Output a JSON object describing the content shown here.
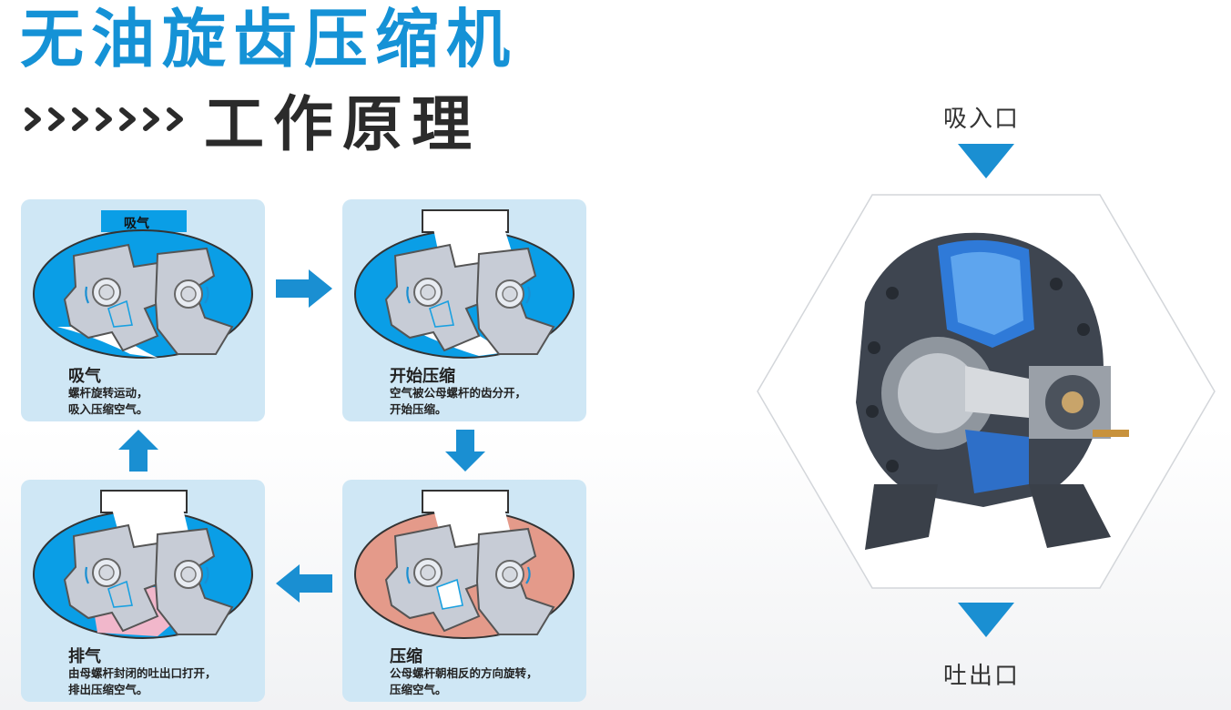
{
  "header": {
    "title": "无油旋齿压缩机",
    "subtitle": "工作原理"
  },
  "panels": {
    "suction": {
      "inlet_label": "吸气",
      "title": "吸气",
      "desc_line1": "螺杆旋转运动，",
      "desc_line2": "吸入压缩空气。"
    },
    "start": {
      "title": "开始压缩",
      "desc_line1": "空气被公母螺杆的齿分开，",
      "desc_line2": "开始压缩。"
    },
    "compress": {
      "title": "压缩",
      "desc_line1": "公母螺杆朝相反的方向旋转，",
      "desc_line2": "压缩空气。"
    },
    "exhaust": {
      "title": "排气",
      "desc_line1": "由母螺杆封闭的吐出口打开，",
      "desc_line2": "排出压缩空气。"
    }
  },
  "machine": {
    "inlet_label": "吸入口",
    "outlet_label": "吐出口"
  },
  "colors": {
    "brand_blue": "#1592d6",
    "chamber_blue": "#0a9ee6",
    "panel_bg": "#cfe7f5",
    "rotor_gray": "#c7ccd6",
    "compress_red": "#e49a8a",
    "exhaust_pink": "#f1b7cb",
    "arrow_blue": "#1a8fd2"
  },
  "icons": [
    "chevron-right-icon",
    "flow-arrow-right-icon",
    "flow-arrow-down-icon",
    "flow-arrow-left-icon",
    "flow-arrow-up-icon",
    "triangle-down-icon",
    "rotation-arrow-icon"
  ]
}
